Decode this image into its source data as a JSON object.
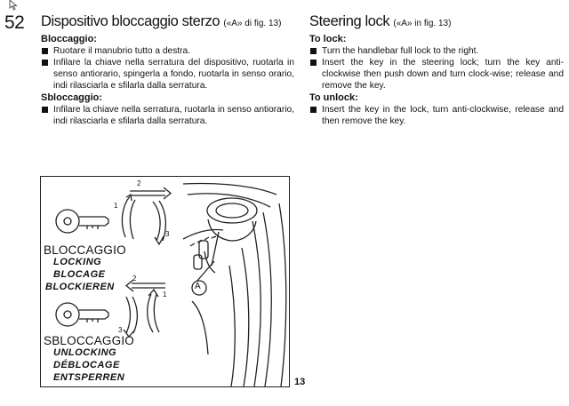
{
  "page_number": "52",
  "italian": {
    "title": "Dispositivo bloccaggio sterzo",
    "title_ref": "(«A» di fig. 13)",
    "locking": {
      "heading": "Bloccaggio:",
      "items": [
        "Ruotare il manubrio tutto a destra.",
        "Infilare la chiave nella serratura del dispositivo, ruotarla in senso antiorario, spingerla a fondo, ruotarla in senso orario, indi rilasciarla e sfilarla dalla serratura."
      ]
    },
    "unlocking": {
      "heading": "Sbloccaggio:",
      "items": [
        "Infilare la chiave nella serratura, ruotarla in senso antiorario, indi rilasciarla e sfilarla dalla serratura."
      ]
    }
  },
  "english": {
    "title": "Steering lock",
    "title_ref": "(«A» in fig. 13)",
    "locking": {
      "heading": "To lock:",
      "items": [
        "Turn the handlebar full lock to the right.",
        "Insert the key in the steering lock; turn the key anti-clockwise then push down and turn clock-wise; release and remove the key."
      ]
    },
    "unlocking": {
      "heading": "To unlock:",
      "items": [
        "Insert the key in the lock, turn anti-clockwise, release and then remove the key."
      ]
    }
  },
  "figure": {
    "number": "13",
    "callout": "A",
    "lock_labels": {
      "main": "BLOCCAGGIO",
      "translations": [
        "LOCKING",
        "BLOCAGE",
        "BLOCKIEREN"
      ],
      "steps": [
        "1",
        "2",
        "3"
      ]
    },
    "unlock_labels": {
      "main": "SBLOCCAGGIO",
      "translations": [
        "UNLOCKING",
        "DÉBLOCAGE",
        "ENTSPERREN"
      ],
      "steps": [
        "1",
        "2",
        "3"
      ]
    }
  },
  "colors": {
    "text": "#111111",
    "background": "#ffffff",
    "line": "#222222"
  },
  "icons": [
    "pointer-cursor-icon",
    "bullet-square-icon",
    "key-icon",
    "rotation-arrow-icon",
    "push-arrow-icon"
  ]
}
